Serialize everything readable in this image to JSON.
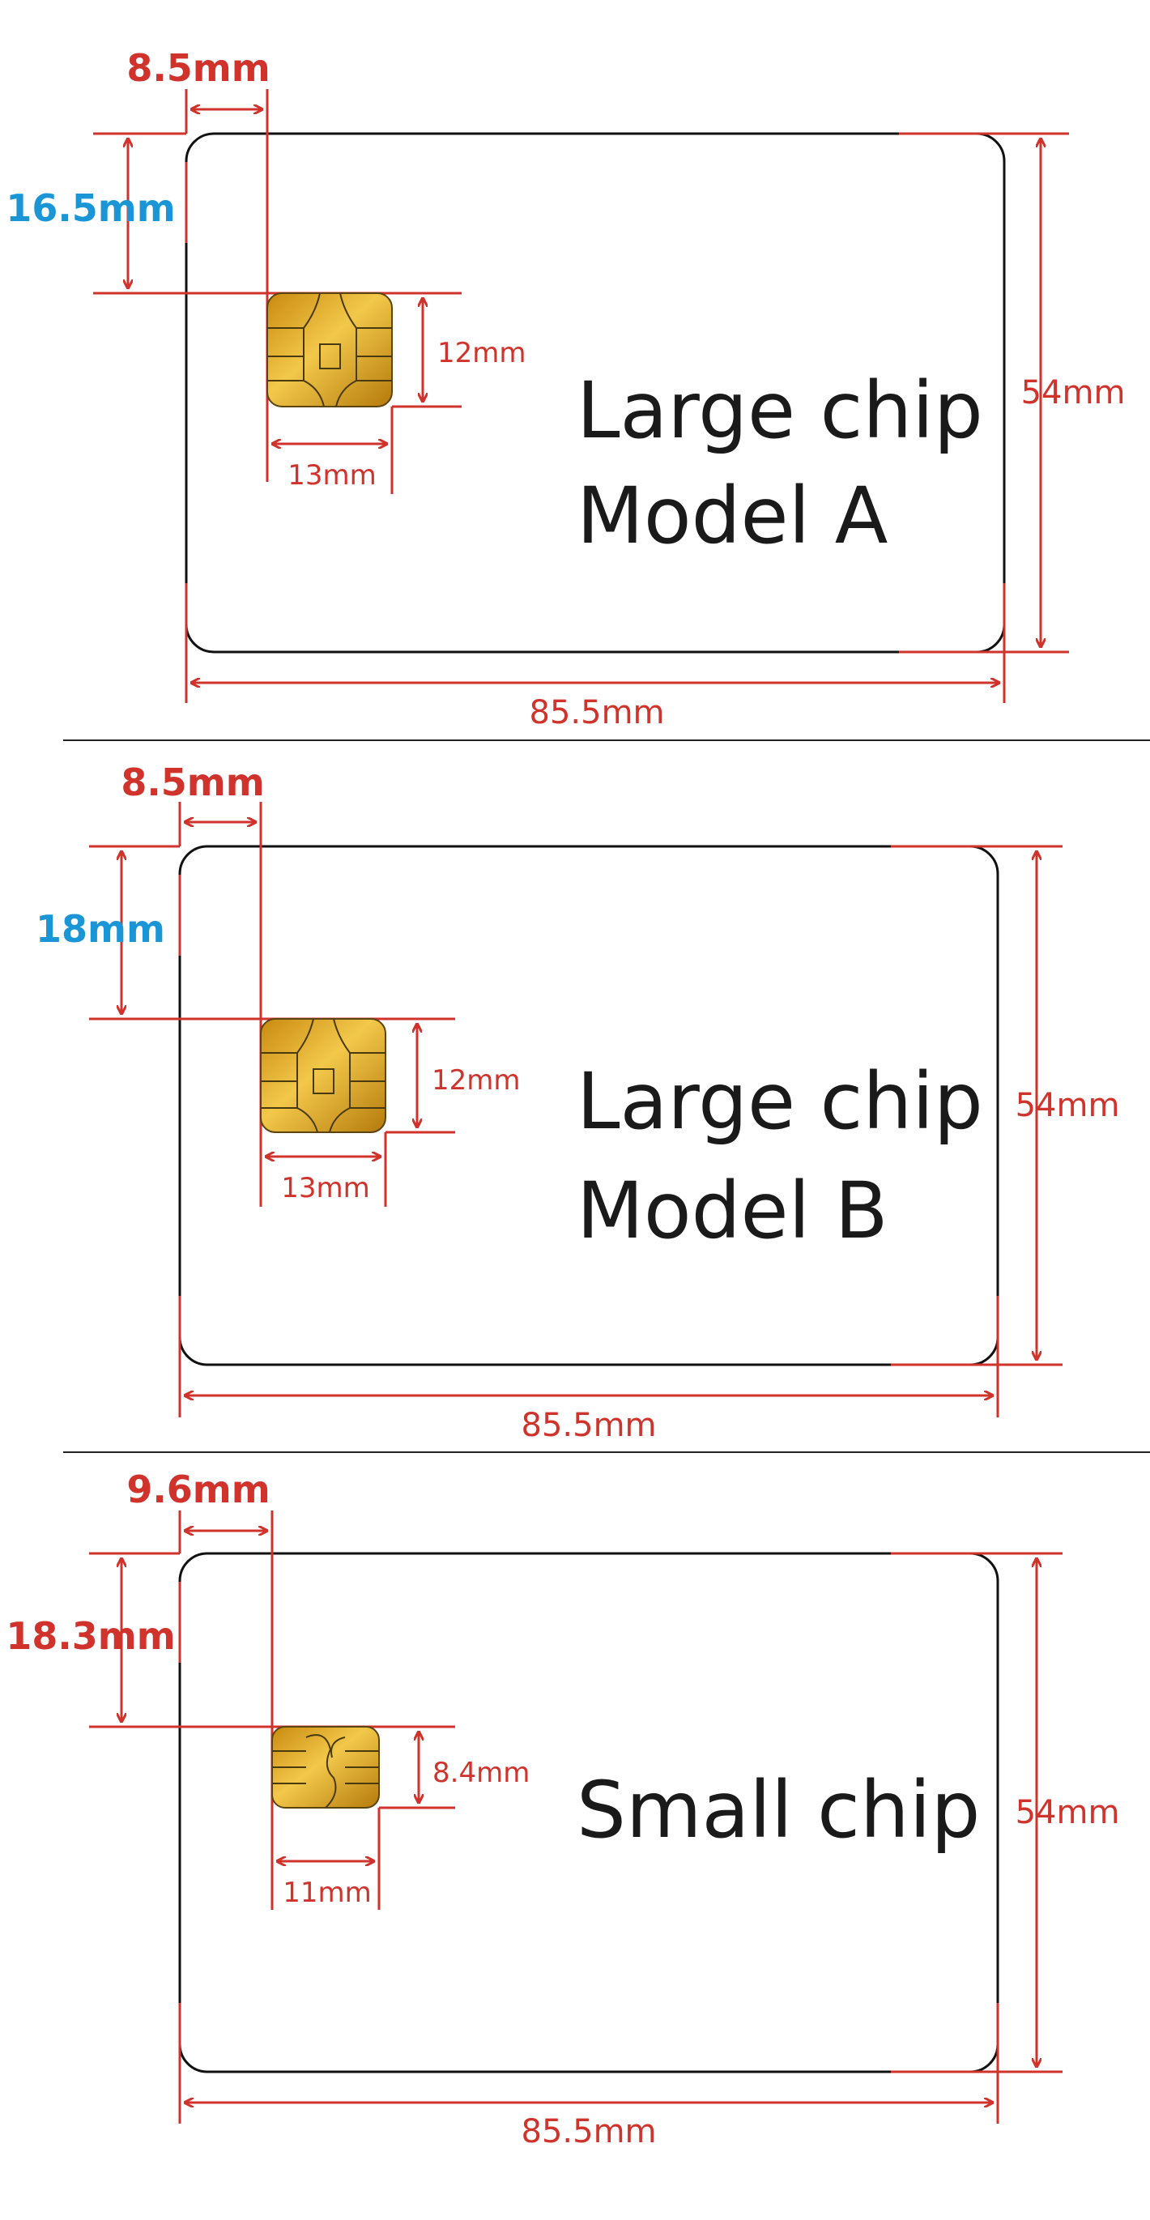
{
  "cards": [
    {
      "title_line1": "Large chip",
      "title_line2": "Model A",
      "left_offset": "8.5mm",
      "top_offset": "16.5mm",
      "top_offset_color": "#1a96d6",
      "chip_height": "12mm",
      "chip_width": "13mm",
      "card_height": "54mm",
      "card_width": "85.5mm"
    },
    {
      "title_line1": "Large chip",
      "title_line2": "Model B",
      "left_offset": "8.5mm",
      "top_offset": "18mm",
      "top_offset_color": "#1a96d6",
      "chip_height": "12mm",
      "chip_width": "13mm",
      "card_height": "54mm",
      "card_width": "85.5mm"
    },
    {
      "title_line1": "Small chip",
      "title_line2": "",
      "left_offset": "9.6mm",
      "top_offset": "18.3mm",
      "top_offset_color": "#d0332b",
      "chip_height": "8.4mm",
      "chip_width": "11mm",
      "card_height": "54mm",
      "card_width": "85.5mm"
    }
  ],
  "colors": {
    "dimension": "#d0332b",
    "highlight_blue": "#1a96d6",
    "chip_gold": "#d9a21e",
    "card_outline": "#111111"
  }
}
